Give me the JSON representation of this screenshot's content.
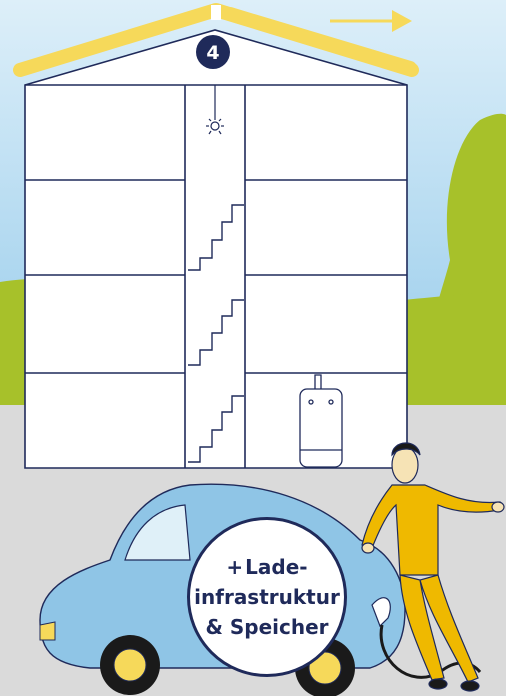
{
  "colors": {
    "sky_top": "#d6ecf7",
    "sky_bottom": "#a9d6ef",
    "grass": "#a7c12a",
    "ground": "#d9d9d9",
    "roof": "#f6d95a",
    "navy": "#1f2a5a",
    "car": "#8fc5e6",
    "person": "#efb900",
    "tree": "#a7c12a"
  },
  "house": {
    "number": "4"
  },
  "label": {
    "plus": "+",
    "line1": "Lade-",
    "line2": "infrastruktur",
    "line3": "& Speicher"
  },
  "icons": {
    "arrow": "arrow-right-icon",
    "lamp": "lamp-icon",
    "battery": "home-battery-icon",
    "plug": "charging-plug-icon"
  }
}
